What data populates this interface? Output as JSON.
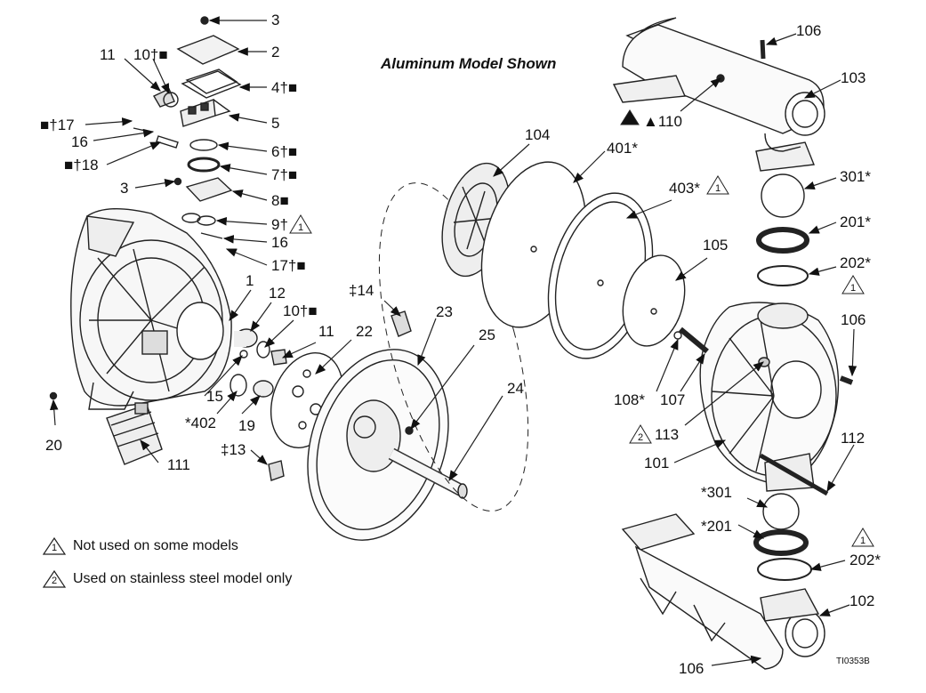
{
  "title": "Aluminum Model Shown",
  "figure_ref": "TI0353B",
  "legend": [
    {
      "mark": "1",
      "text": "Not used on some models"
    },
    {
      "mark": "2",
      "text": "Used on stainless steel model only"
    }
  ],
  "callouts": {
    "c3a": "3",
    "c2": "2",
    "c11a": "11",
    "c10a": "10†■",
    "c4": "4†■",
    "c5": "5",
    "c17a": "■†17",
    "c16a": "16",
    "c6": "6†■",
    "c18": "■†18",
    "c7": "7†■",
    "c3b": "3",
    "c8": "8■",
    "c9": "9†",
    "c16b": "16",
    "c17b": "17†■",
    "c1": "1",
    "c12": "12",
    "c10b": "10†■",
    "c11b": "11",
    "c22": "22",
    "c15": "15",
    "c402": "*402",
    "c19": "19",
    "c20": "20",
    "c111": "111",
    "c13": "‡13",
    "c14": "‡14",
    "c23": "23",
    "c25": "25",
    "c24": "24",
    "c104": "104",
    "c401": "401*",
    "c403": "403*",
    "c105": "105",
    "c106a": "106",
    "c103": "103",
    "c110": "▲110",
    "c301a": "301*",
    "c201a": "201*",
    "c202a": "202*",
    "c106b": "106",
    "c108": "108*",
    "c107": "107",
    "c113": "113",
    "c101": "101",
    "c112": "112",
    "c301b": "*301",
    "c201b": "*201",
    "c202b": "202*",
    "c102": "102",
    "c106c": "106"
  }
}
